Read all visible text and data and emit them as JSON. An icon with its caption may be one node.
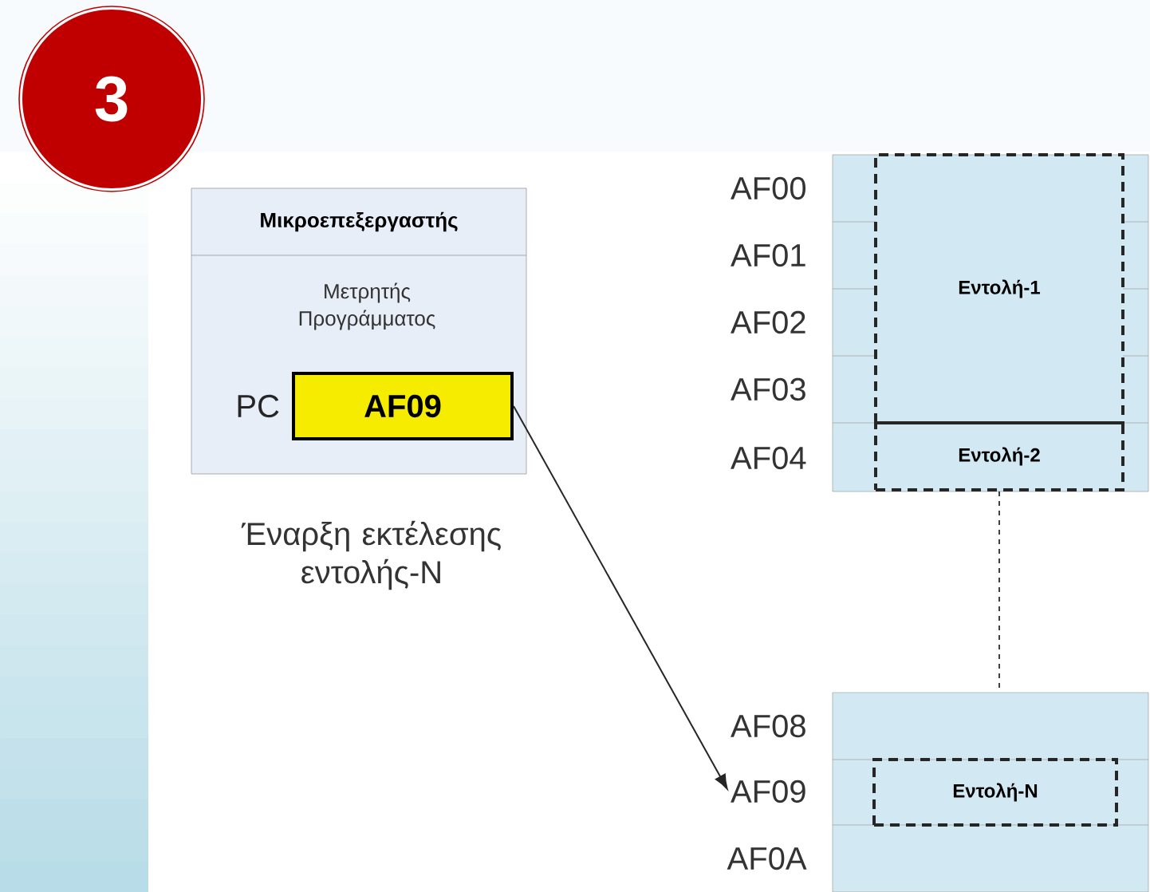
{
  "diagram": {
    "nodes": [
      {
        "text": [
          "3"
        ]
      },
      {
        "text": [
          "Μικροεπεξεργαστής",
          "Μετρητής Προγράμματος"
        ],
        "beside": [
          "Έναρξη εκτέλεσης εντολής-N"
        ]
      },
      {
        "text": [
          "AF09"
        ],
        "in": 1,
        "beside": [
          "PC"
        ]
      },
      {
        "text": [],
        "shape": "box"
      },
      {
        "text": [
          "Εντολή-1"
        ],
        "in": 3
      },
      {
        "text": [
          "Εντολή-2"
        ],
        "in": 3
      },
      {
        "text": [],
        "shape": "box"
      },
      {
        "text": [
          "Εντολή-N"
        ],
        "in": 6
      },
      {
        "text": [
          "AF09"
        ]
      }
    ],
    "edges": [
      {
        "from": 2,
        "to": 8,
        "arrow": "to"
      },
      {
        "from": 5,
        "to": 6,
        "arrow": "none",
        "style": "dashed"
      }
    ],
    "labels": [
      "AF00",
      "AF01",
      "AF02",
      "AF03",
      "AF04",
      "AF08",
      "AF0A"
    ]
  }
}
